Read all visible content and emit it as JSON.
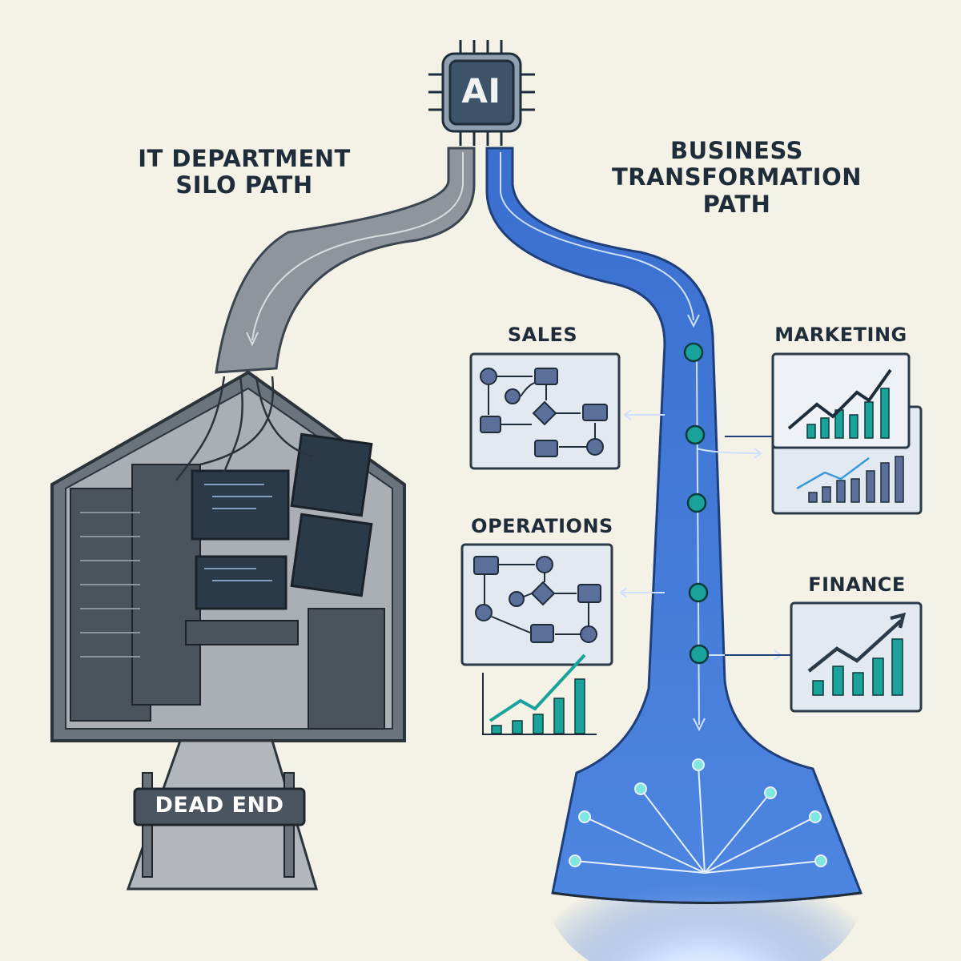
{
  "chip": {
    "label": "AI"
  },
  "left_path": {
    "title_line1": "IT DEPARTMENT",
    "title_line2": "SILO PATH",
    "sign": "DEAD END"
  },
  "right_path": {
    "title_line1": "BUSINESS",
    "title_line2": "TRANSFORMATION",
    "title_line3": "PATH"
  },
  "departments": [
    "SALES",
    "MARKETING",
    "OPERATIONS",
    "FINANCE"
  ],
  "colors": {
    "background": "#f4f1e6",
    "blue": "#3a72d0",
    "gray": "#8e959c",
    "teal": "#1aa39a",
    "dark": "#2b3a48"
  }
}
